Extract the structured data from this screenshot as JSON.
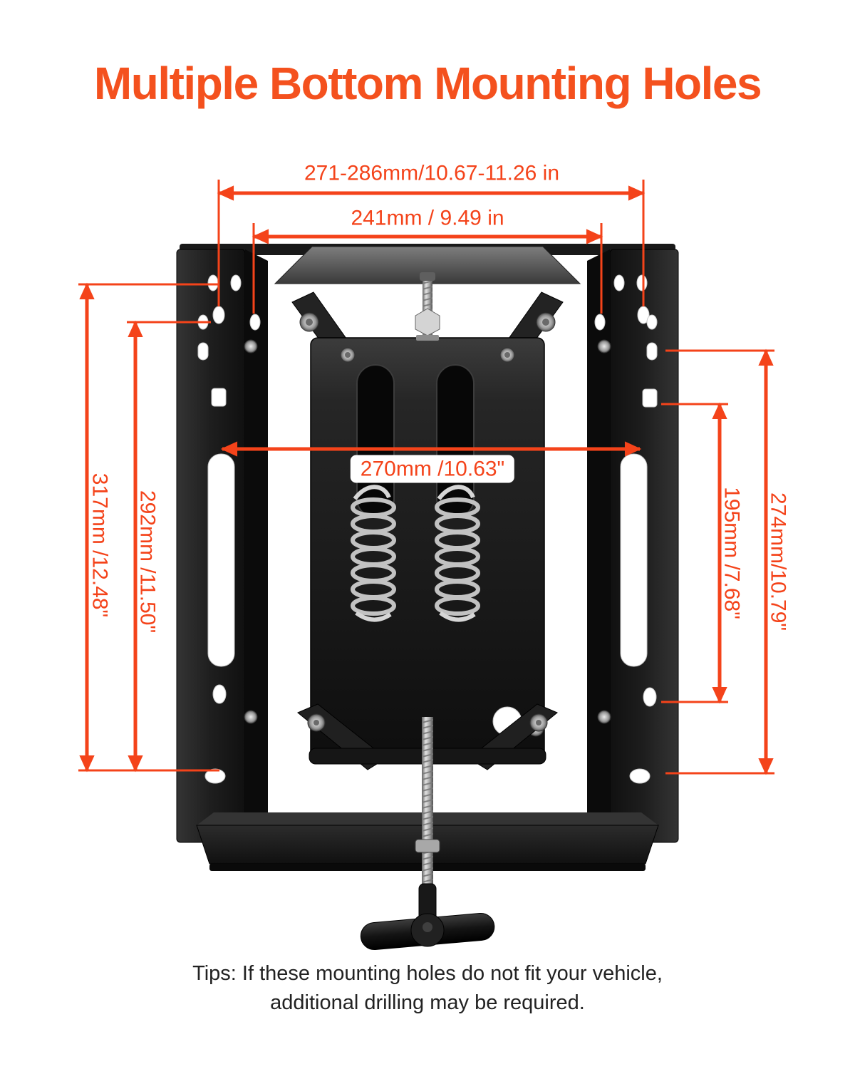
{
  "page": {
    "title": "Multiple Bottom Mounting Holes",
    "tips_line1": "Tips: If these mounting holes do not fit your vehicle,",
    "tips_line2": "additional drilling may be required."
  },
  "colors": {
    "title": "#F4511E",
    "accent": "#F4431A",
    "text": "#222222",
    "background": "#ffffff"
  },
  "dimensions": {
    "top_outer": "271-286mm/10.67-11.26 in",
    "top_inner": "241mm / 9.49 in",
    "middle_width": "270mm /10.63\"",
    "left_outer": "317mm /12.48\"",
    "left_inner": "292mm /11.50\"",
    "right_inner": "195mm /7.68\"",
    "right_outer": "274mm/10.79\""
  }
}
